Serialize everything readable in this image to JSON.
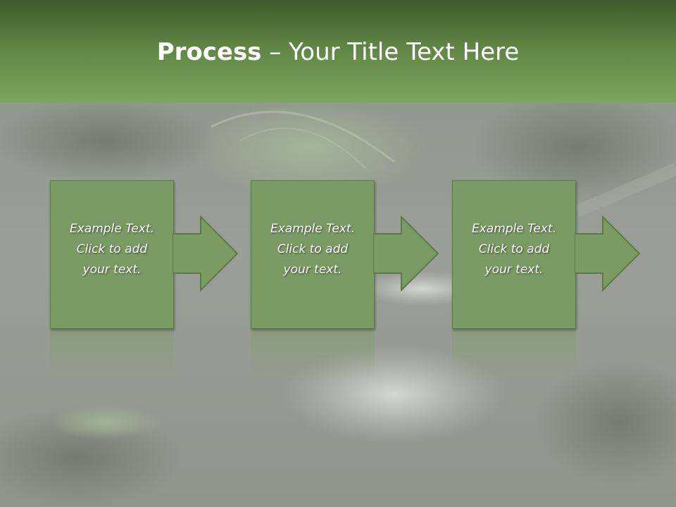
{
  "slide": {
    "title_strong": "Process",
    "title_rest": " – Your Title Text Here",
    "colors": {
      "title_bar_top": "#3f5a2a",
      "title_bar_bottom": "#7ea55f",
      "box_fill": "#7a9b64",
      "box_border": "#5b7a47",
      "arrow_fill": "#7a9b64"
    }
  },
  "steps": [
    {
      "line1": "Example Text.",
      "line2": "Click  to add",
      "line3": "your text."
    },
    {
      "line1": "Example Text.",
      "line2": "Click  to add",
      "line3": "your text."
    },
    {
      "line1": "Example Text.",
      "line2": "Click  to add",
      "line3": "your text."
    }
  ]
}
